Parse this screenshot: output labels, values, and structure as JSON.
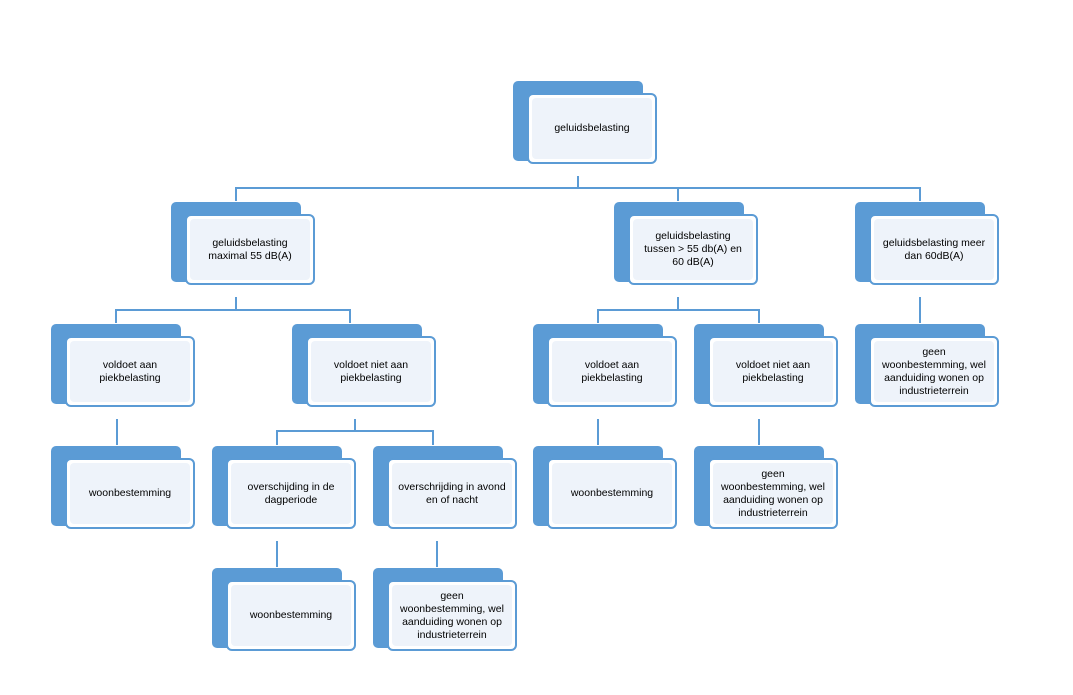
{
  "colors": {
    "box": "#5b9bd5",
    "box_fill": "#eef3fa",
    "background": "#ffffff"
  },
  "nodes": {
    "root": "geluidsbelasting",
    "max55": "geluidsbelasting maximal 55 dB(A)",
    "between": "geluidsbelasting tussen > 55 db(A)  en 60 dB(A)",
    "over60": "geluidsbelasting meer dan 60dB(A)",
    "max55_voldoet": "voldoet aan piekbelasting",
    "max55_voldoet_niet": "voldoet niet aan piekbelasting",
    "between_voldoet": "voldoet aan piekbelasting",
    "between_voldoet_niet": "voldoet niet aan piekbelasting",
    "over60_result": "geen woonbestemming, wel aanduiding wonen op industrieterrein",
    "max55_voldoet_result": "woonbestemming",
    "dag": "overschijding in de dagperiode",
    "avond": "overschrijding in avond en of nacht",
    "between_voldoet_result": "woonbestemming",
    "between_voldoet_niet_result": "geen woonbestemming, wel aanduiding wonen op industrieterrein",
    "dag_result": "woonbestemming",
    "avond_result": "geen woonbestemming, wel aanduiding wonen op industrieterrein"
  }
}
